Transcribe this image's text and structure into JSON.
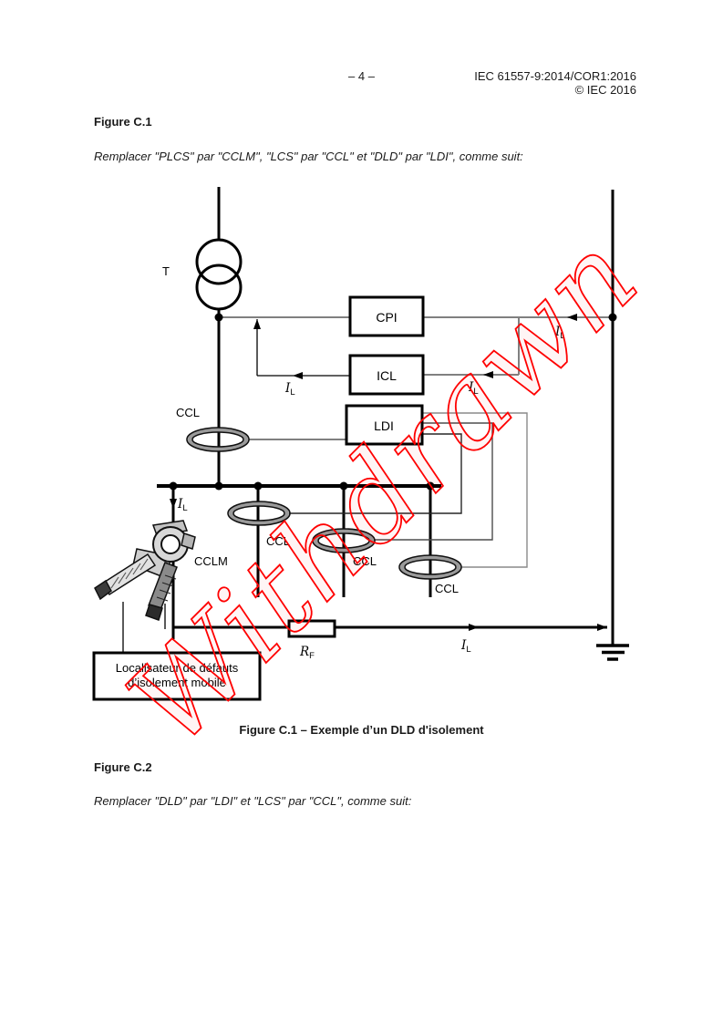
{
  "header": {
    "page_number": "– 4 –",
    "doc_ref": "IEC 61557-9:2014/COR1:2016",
    "copyright": "© IEC 2016"
  },
  "figure_c1": {
    "heading": "Figure C.1",
    "instruction": "Remplacer \"PLCS\" par \"CCLM\", \"LCS\" par \"CCL\" et \"DLD\" par \"LDI\", comme suit:",
    "caption": "Figure C.1 – Exemple d’un DLD d'isolement"
  },
  "figure_c2": {
    "heading": "Figure C.2",
    "instruction": "Remplacer \"DLD\" par \"LDI\" et \"LCS\" par \"CCL\", comme suit:"
  },
  "diagram": {
    "labels": {
      "transformer": "T",
      "cpi_box": "CPI",
      "icl_box": "ICL",
      "ldi_box": "LDI",
      "ccl": "CCL",
      "cclm": "CCLM",
      "current": "I",
      "current_sub": "L",
      "resistor": "R",
      "resistor_sub": "F",
      "locator_line1": "Localisateur de défauts",
      "locator_line2": "d’isolement mobile"
    },
    "watermark": {
      "text": "Withdrawn",
      "color": "#ff0000"
    },
    "colors": {
      "line_black": "#000000",
      "line_gray": "#808080",
      "wire_dark": "#262626"
    }
  }
}
